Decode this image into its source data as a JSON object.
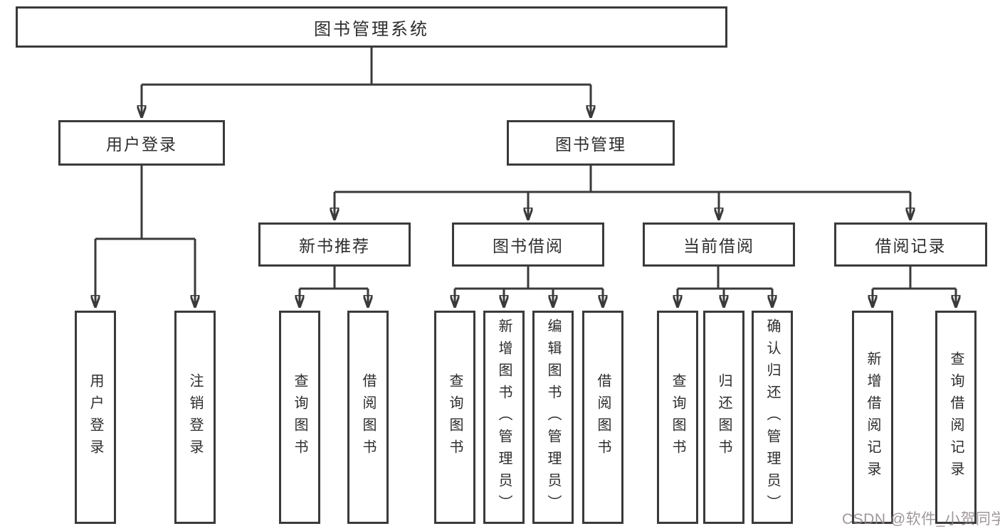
{
  "diagram": {
    "background": "#ffffff",
    "line_color": "#3a3a3a",
    "border_color": "#3a3a3a",
    "text_color": "#2d2d2d",
    "watermark": {
      "text": "CSDN @软件_小贺同学",
      "color": "#8f8687"
    }
  },
  "nodes": {
    "root": {
      "label": "图书管理系统"
    },
    "level2": [
      {
        "label": "用户登录"
      },
      {
        "label": "图书管理"
      }
    ],
    "level3": [
      {
        "label": "新书推荐"
      },
      {
        "label": "图书借阅"
      },
      {
        "label": "当前借阅"
      },
      {
        "label": "借阅记录"
      }
    ],
    "leaves": {
      "user_login": [
        "用户登录",
        "注销登录"
      ],
      "new_book_rec": [
        "查询图书",
        "借阅图书"
      ],
      "book_borrow": [
        "查询图书",
        "新增图书（管理员）",
        "编辑图书（管理员）",
        "借阅图书"
      ],
      "current_borrow": [
        "查询图书",
        "归还图书",
        "确认归还（管理员）"
      ],
      "borrow_records": [
        "新增借阅记录",
        "查询借阅记录"
      ]
    }
  }
}
